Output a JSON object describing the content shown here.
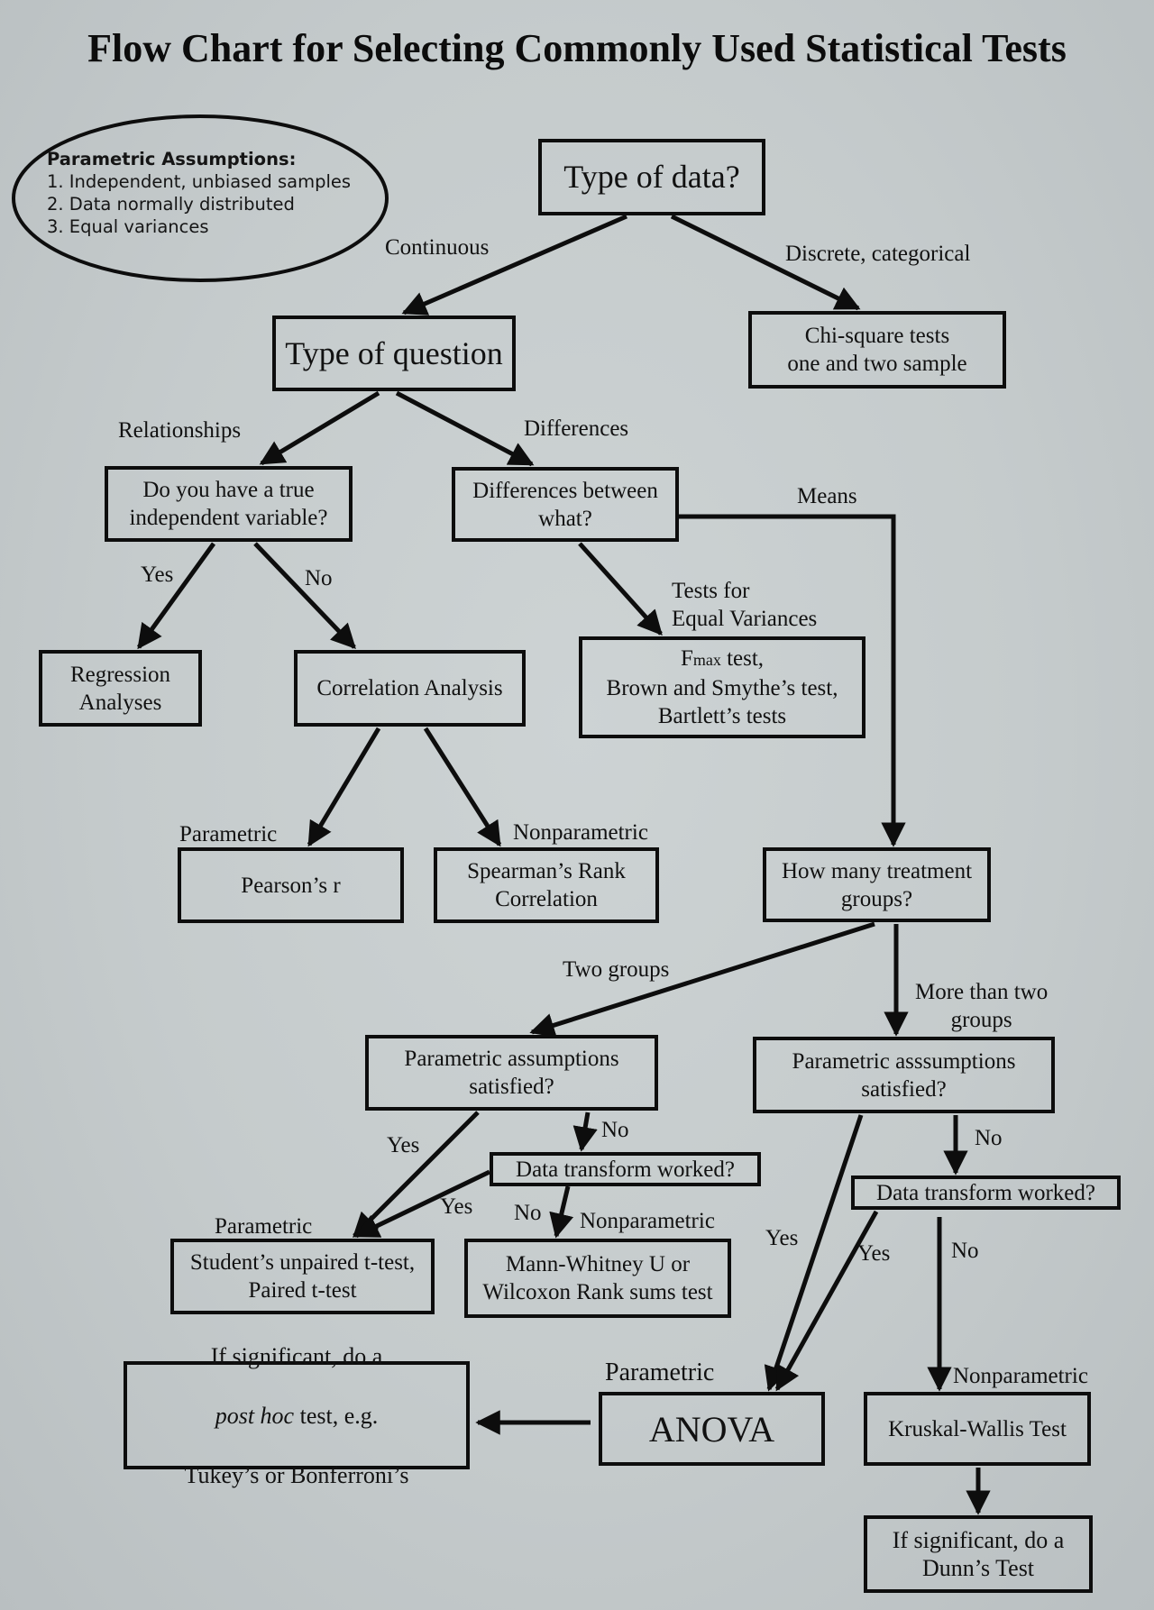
{
  "title": "Flow Chart for Selecting Commonly Used Statistical Tests",
  "assumptions": {
    "heading": "Parametric Assumptions:",
    "items": [
      "1. Independent, unbiased samples",
      "2. Data normally distributed",
      "3. Equal variances"
    ]
  },
  "nodes": {
    "type_of_data": "Type of data?",
    "type_of_question": "Type of question",
    "chi_square": "Chi-square  tests\none and two sample",
    "true_independent": "Do you have a true\nindependent variable?",
    "differences_between": "Differences between\nwhat?",
    "regression": "Regression\nAnalyses",
    "correlation": "Correlation Analysis",
    "equal_var_tests": {
      "fmax_main": "F",
      "fmax_sub": "max",
      "fmax_rest": " test,",
      "rest": "Brown and Smythe’s test,\nBartlett’s tests"
    },
    "pearson": "Pearson’s r",
    "spearman": "Spearman’s Rank\nCorrelation",
    "how_many_groups": "How many treatment\ngroups?",
    "param_two": "Parametric  assumptions\nsatisfied?",
    "param_more": "Parametric asssumptions\nsatisfied?",
    "transform_two": "Data transform worked?",
    "transform_more": "Data transform worked?",
    "student_t": "Student’s unpaired t-test,\nPaired t-test",
    "mann_whitney": "Mann-Whitney U or\nWilcoxon Rank sums test",
    "post_hoc": {
      "line1": "If significant, do a",
      "line2_italic": "post hoc",
      "line2_rest": " test, e.g.",
      "line3": "Tukey’s or  Bonferroni’s"
    },
    "anova": "ANOVA",
    "kruskal": "Kruskal-Wallis Test",
    "dunn": "If significant, do a\nDunn’s Test"
  },
  "edge_labels": {
    "continuous": "Continuous",
    "discrete": "Discrete, categorical",
    "relationships": "Relationships",
    "differences": "Differences",
    "means": "Means",
    "yes_regression": "Yes",
    "no_correlation": "No",
    "tests_equal_var": "Tests for\nEqual Variances",
    "parametric_pearson": "Parametric",
    "nonparametric_spearman": "Nonparametric",
    "two_groups": "Two groups",
    "more_than_two": "More than two\ngroups",
    "yes_two": "Yes",
    "no_two": "No",
    "yes_transform_two": "Yes",
    "no_transform_two": "No",
    "parametric_student": "Parametric",
    "nonparametric_mann": "Nonparametric",
    "yes_more": "Yes",
    "no_more": "No",
    "yes_transform_more": "Yes",
    "no_transform_more": "No",
    "parametric_anova": "Parametric",
    "nonparametric_kruskal": "Nonparametric"
  },
  "colors": {
    "background": "#c8cecf",
    "ink": "#0d0d0d"
  }
}
